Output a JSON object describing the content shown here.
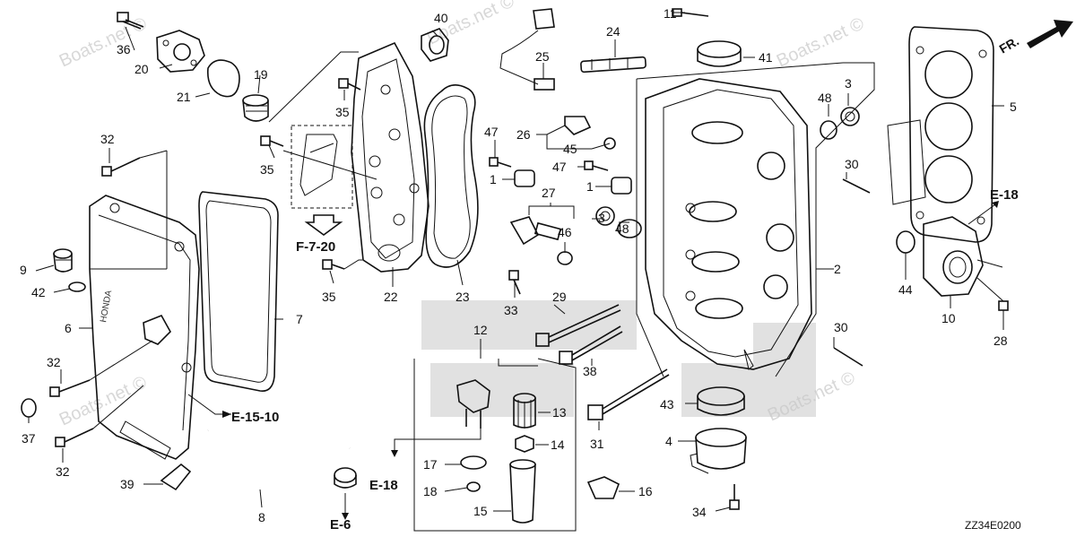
{
  "watermark": "Boats.net ©",
  "diagram_code": "ZZ34E0200",
  "direction_label": "FR.",
  "callouts": [
    "1",
    "1",
    "2",
    "3",
    "3",
    "4",
    "5",
    "6",
    "7",
    "8",
    "9",
    "10",
    "11",
    "12",
    "13",
    "14",
    "15",
    "16",
    "17",
    "18",
    "19",
    "20",
    "21",
    "22",
    "23",
    "24",
    "25",
    "26",
    "27",
    "28",
    "29",
    "30",
    "30",
    "31",
    "32",
    "32",
    "32",
    "33",
    "34",
    "35",
    "35",
    "35",
    "36",
    "37",
    "38",
    "39",
    "40",
    "41",
    "42",
    "43",
    "44",
    "45",
    "46",
    "47",
    "47",
    "48",
    "48"
  ],
  "references": [
    "F-7-20",
    "E-15-10",
    "E-18",
    "E-18",
    "E-6"
  ]
}
